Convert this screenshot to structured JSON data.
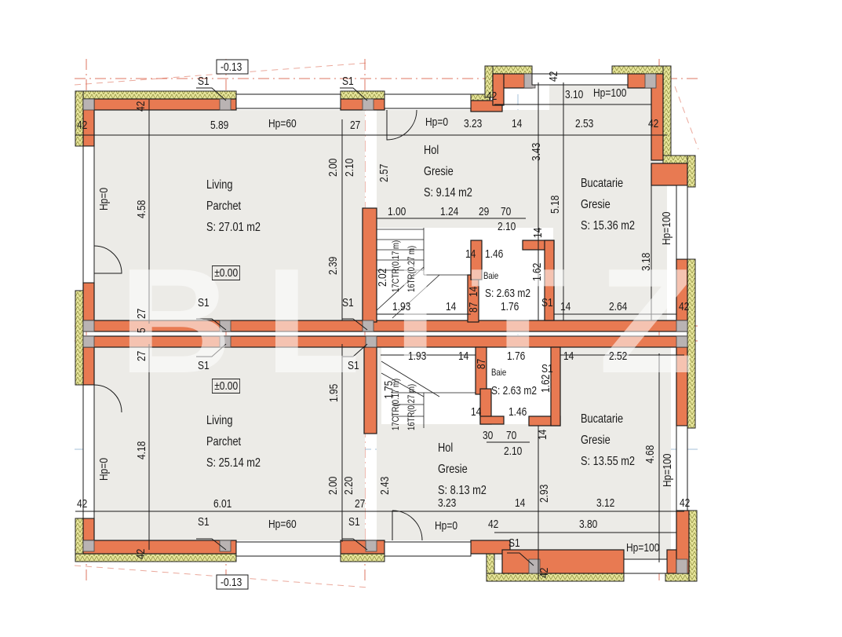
{
  "plan": {
    "colors": {
      "wall": "#e87a52",
      "wall_dark": "#c8512d",
      "insulation": "#e6e49a",
      "floor": "#ecebe7",
      "column": "#b9b3b3",
      "axis": "#d7543a",
      "axis_blue": "#8fb0cf",
      "line": "#1a1a1a"
    },
    "watermark": "BLITZ",
    "top_unit": {
      "living": {
        "name": "Living",
        "floor": "Parchet",
        "area": "S: 27.01 m2",
        "level": "±0.00"
      },
      "hol": {
        "name": "Hol",
        "floor": "Gresie",
        "area": "S: 9.14 m2"
      },
      "bucatarie": {
        "name": "Bucatarie",
        "floor": "Gresie",
        "area": "S: 15.36 m2"
      },
      "baie": {
        "name": "Baie",
        "area": "S: 2.63 m2"
      },
      "stairs": {
        "a": "17CTR(0.17 m)",
        "b": "16TR(0.27 m)"
      },
      "dims": {
        "d589": "5.89",
        "hp60": "Hp=60",
        "d27": "27",
        "d42a": "42",
        "d42b": "42",
        "hp0_left": "Hp=0",
        "d458": "4.58",
        "d200": "2.00",
        "d210": "2.10",
        "d257": "2.57",
        "d239": "2.39",
        "d202": "2.02",
        "hp0_hol": "Hp=0",
        "d323": "3.23",
        "d14a": "14",
        "d343": "3.43",
        "d253": "2.53",
        "d42c": "42",
        "d310": "3.10",
        "hp100_top": "Hp=100",
        "d42d": "42",
        "d42e": "42",
        "d518": "5.18",
        "d100": "1.00",
        "d124": "1.24",
        "d29": "29",
        "d70": "70",
        "d210b": "2.10",
        "d14b": "14",
        "d14c": "14",
        "d146": "1.46",
        "d162": "1.62",
        "d193": "1.93",
        "d14d": "14",
        "d87": "87",
        "d14e": "14",
        "d176": "1.76",
        "s1_bath": "S1",
        "d14f": "14",
        "d264": "2.64",
        "d318": "3.18",
        "hp100_right": "Hp=100",
        "d42f": "42",
        "level_top": "-0.13"
      }
    },
    "divider": {
      "s1_a": "S1",
      "s1_b": "S1",
      "s1_c": "S1",
      "s1_d": "S1",
      "d27a": "27",
      "d5": "5",
      "d27b": "27"
    },
    "bottom_unit": {
      "living": {
        "name": "Living",
        "floor": "Parchet",
        "area": "S: 25.14 m2",
        "level": "±0.00"
      },
      "hol": {
        "name": "Hol",
        "floor": "Gresie",
        "area": "S: 8.13 m2"
      },
      "bucatarie": {
        "name": "Bucatarie",
        "floor": "Gresie",
        "area": "S: 13.55 m2"
      },
      "baie": {
        "name": "Baie",
        "area": "S: 2.63 m2"
      },
      "stairs": {
        "a": "17CTR(0.17 m)",
        "b": "16TR(0.27 m)"
      },
      "dims": {
        "d193": "1.93",
        "d14a": "14",
        "d87": "87",
        "d176": "1.76",
        "s1_bath": "S1",
        "d14b": "14",
        "d252": "2.52",
        "d175": "1.75",
        "d14c": "14",
        "d146": "1.46",
        "d162": "1.62",
        "d30": "30",
        "d70": "70",
        "d210": "2.10",
        "d14d": "14",
        "d195": "1.95",
        "hp0_left": "Hp=0",
        "d418": "4.18",
        "d200": "2.00",
        "d220": "2.20",
        "d243": "2.43",
        "d42a": "42",
        "d601": "6.01",
        "d27": "27",
        "s1_a": "S1",
        "hp60": "Hp=60",
        "s1_b": "S1",
        "d42b": "42",
        "d323": "3.23",
        "d14e": "14",
        "d293": "2.93",
        "d312": "3.12",
        "d42c": "42",
        "hp0_hol": "Hp=0",
        "d42d": "42",
        "d380": "3.80",
        "s1_c": "S1",
        "hp100_bottom": "Hp=100",
        "d42e": "42",
        "d468": "4.68",
        "hp100_right": "Hp=100",
        "level_bottom": "-0.13"
      }
    },
    "top_s1": {
      "a": "S1",
      "b": "S1"
    }
  }
}
